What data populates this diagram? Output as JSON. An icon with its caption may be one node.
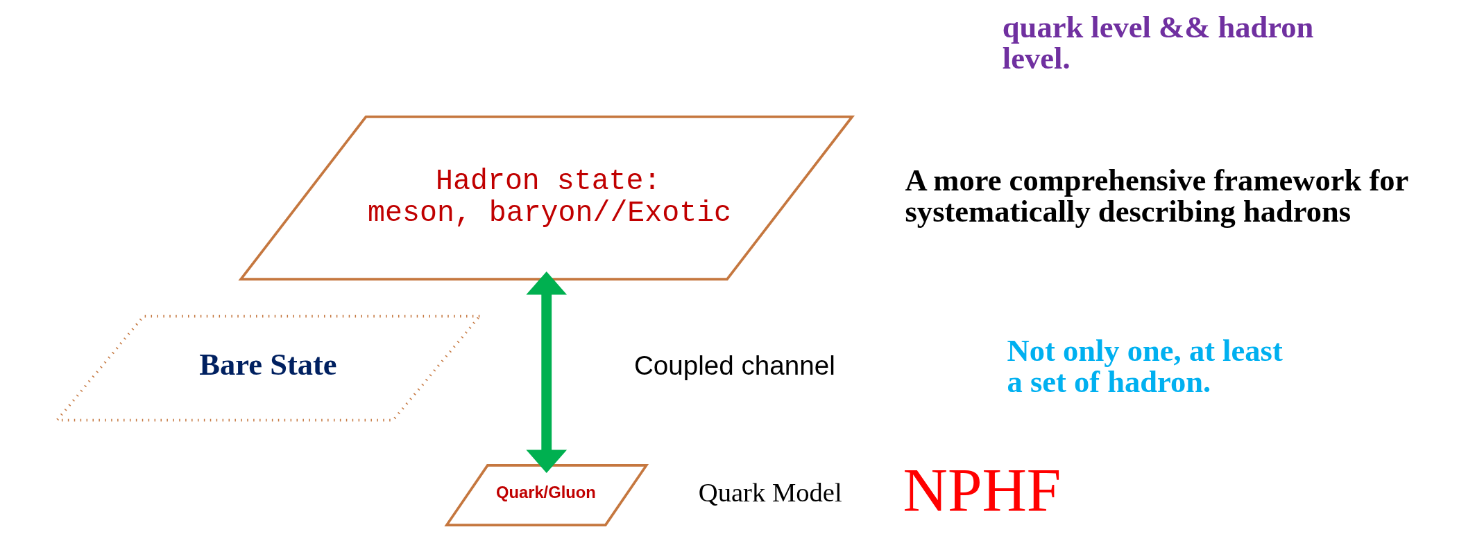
{
  "diagram": {
    "nodes": [
      {
        "text": [
          "Hadron state:",
          "meson, baryon//Exotic"
        ]
      },
      {
        "text": [
          "Bare State"
        ]
      },
      {
        "text": [
          "Quark/Gluon"
        ]
      }
    ],
    "edges": [
      {
        "from": 0,
        "to": 2,
        "arrow": "both",
        "color": "#00b050"
      }
    ],
    "labels": [
      "quark level && hadron level.",
      "A more comprehensive framework for systematically describing hadrons",
      "Coupled channel",
      "Not only one, at least a set of hadron.",
      "Quark Model",
      "NPHF"
    ]
  }
}
